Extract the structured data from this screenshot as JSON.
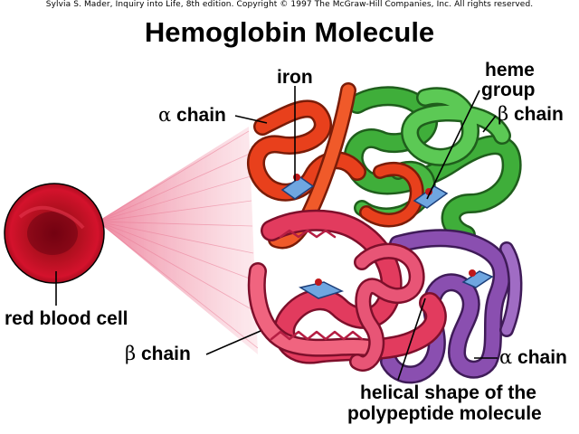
{
  "header": {
    "copyright": "Sylvia S. Mader, Inquiry into Life, 8th edition. Copyright © 1997 The McGraw-Hill Companies, Inc. All rights reserved.",
    "title": "Hemoglobin Molecule"
  },
  "labels": {
    "alpha_top_symbol": "α",
    "alpha_top_text": "chain",
    "iron": "iron",
    "heme_line1": "heme",
    "heme_line2": "group",
    "beta_top_symbol": "β",
    "beta_top_text": "chain",
    "red_blood_cell": "red blood cell",
    "beta_bottom_symbol": "β",
    "beta_bottom_text": "chain",
    "alpha_bottom_symbol": "α",
    "alpha_bottom_text": "chain",
    "helical_line1": "helical shape of the",
    "helical_line2": "polypeptide molecule"
  },
  "colors": {
    "alpha_top_chain": "#e8401c",
    "beta_top_chain": "#3fae3a",
    "beta_bottom_chain": "#e23b5e",
    "alpha_bottom_chain": "#8a4fb0",
    "heme_group": "#6fa6e0",
    "iron": "#c0181a",
    "red_blood_cell": "#c8102e",
    "rays": "#f4a9b6"
  }
}
